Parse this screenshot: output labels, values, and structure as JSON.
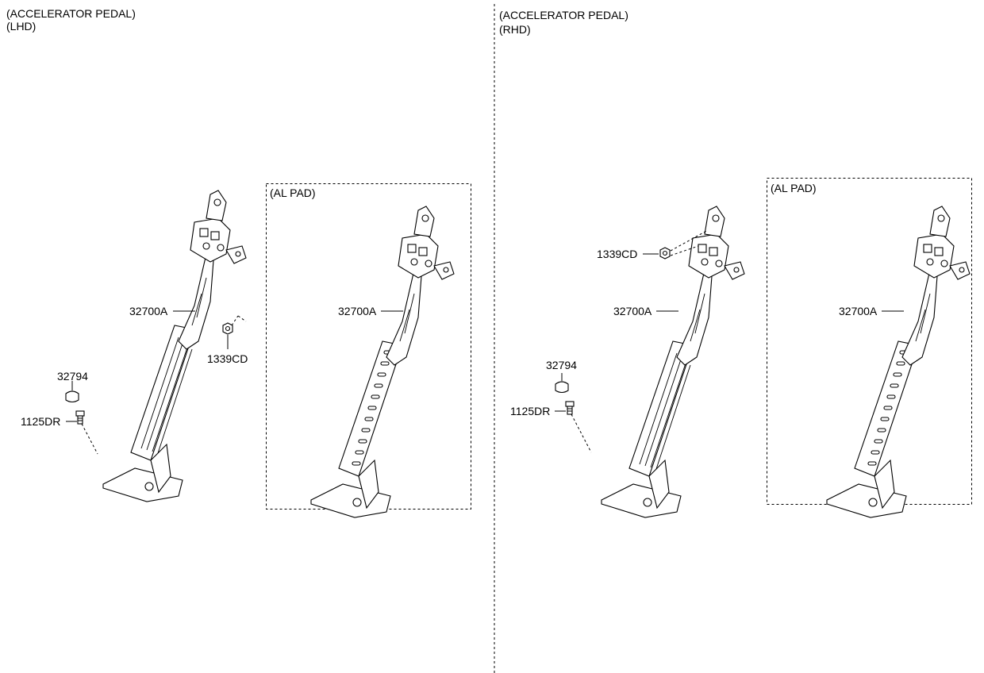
{
  "panels": {
    "lhd": {
      "title_line1": "(ACCELERATOR PEDAL)",
      "title_line2": "(LHD)",
      "labels": {
        "pedal_assy": "32700A",
        "nut": "1339CD",
        "stopper": "32794",
        "bolt": "1125DR"
      },
      "al_pad": {
        "title": "(AL PAD)",
        "pedal_assy": "32700A"
      }
    },
    "rhd": {
      "title_line1": "(ACCELERATOR PEDAL)",
      "title_line2": "(RHD)",
      "labels": {
        "pedal_assy": "32700A",
        "nut": "1339CD",
        "stopper": "32794",
        "bolt": "1125DR"
      },
      "al_pad": {
        "title": "(AL PAD)",
        "pedal_assy": "32700A"
      }
    }
  }
}
